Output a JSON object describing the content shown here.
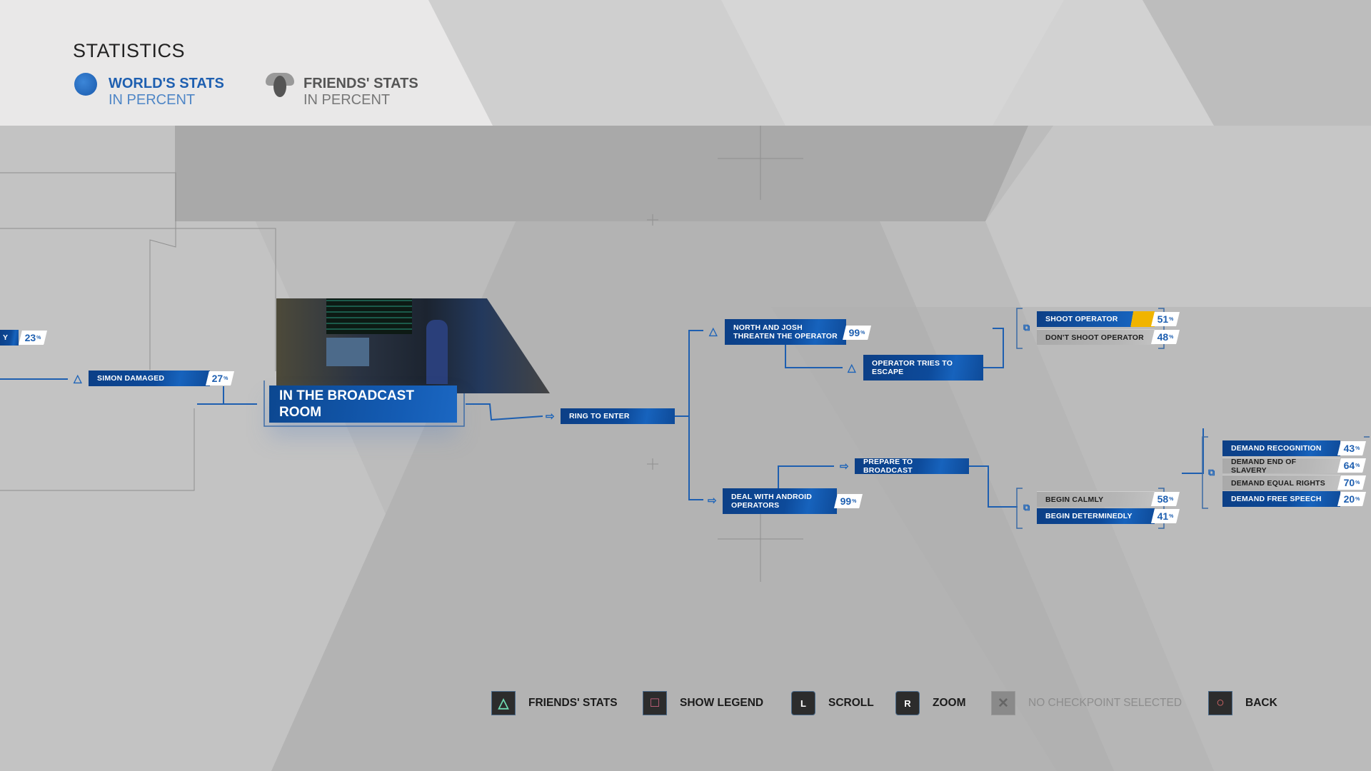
{
  "header": {
    "title": "STATISTICS",
    "worlds_stats": {
      "label": "WORLD'S STATS",
      "sub": "IN PERCENT",
      "icon": "globe-icon",
      "color": "#1e5fb0"
    },
    "friends_stats": {
      "label": "FRIENDS' STATS",
      "sub": "IN PERCENT",
      "icon": "friends-icon"
    }
  },
  "chapter": {
    "title": "IN THE BROADCAST ROOM"
  },
  "nodes": {
    "partial": {
      "label": "Y",
      "pct": "23"
    },
    "simon_damaged": {
      "label": "SIMON DAMAGED",
      "pct": "27"
    },
    "ring_to_enter": {
      "label": "RING TO ENTER"
    },
    "north_josh": {
      "label": "NORTH AND JOSH THREATEN THE OPERATOR",
      "pct": "99"
    },
    "operator_escape": {
      "label": "OPERATOR TRIES TO ESCAPE"
    },
    "shoot_operator": {
      "label": "SHOOT OPERATOR",
      "pct": "51"
    },
    "dont_shoot": {
      "label": "DON'T SHOOT OPERATOR",
      "pct": "48"
    },
    "prepare_broadcast": {
      "label": "PREPARE TO BROADCAST"
    },
    "deal_android": {
      "label": "DEAL WITH ANDROID OPERATORS",
      "pct": "99"
    },
    "begin_calmly": {
      "label": "BEGIN CALMLY",
      "pct": "58"
    },
    "begin_determinedly": {
      "label": "BEGIN DETERMINEDLY",
      "pct": "41"
    },
    "demand_recognition": {
      "label": "DEMAND RECOGNITION",
      "pct": "43"
    },
    "demand_slavery": {
      "label": "DEMAND END OF SLAVERY",
      "pct": "64"
    },
    "demand_rights": {
      "label": "DEMAND EQUAL RIGHTS",
      "pct": "70"
    },
    "demand_speech": {
      "label": "DEMAND FREE SPEECH",
      "pct": "20"
    }
  },
  "percent_sign": "%",
  "bottom_bar": [
    {
      "icon": "△",
      "label": "FRIENDS' STATS",
      "color": "#6fd9b0"
    },
    {
      "icon": "□",
      "label": "SHOW LEGEND",
      "color": "#e06b8b"
    },
    {
      "icon": "L",
      "label": "SCROLL",
      "color": "#ffffff"
    },
    {
      "icon": "R",
      "label": "ZOOM",
      "color": "#ffffff"
    },
    {
      "icon": "✕",
      "label": "NO CHECKPOINT SELECTED",
      "color": "#8a8a8a"
    },
    {
      "icon": "○",
      "label": "BACK",
      "color": "#e06b6b"
    }
  ]
}
